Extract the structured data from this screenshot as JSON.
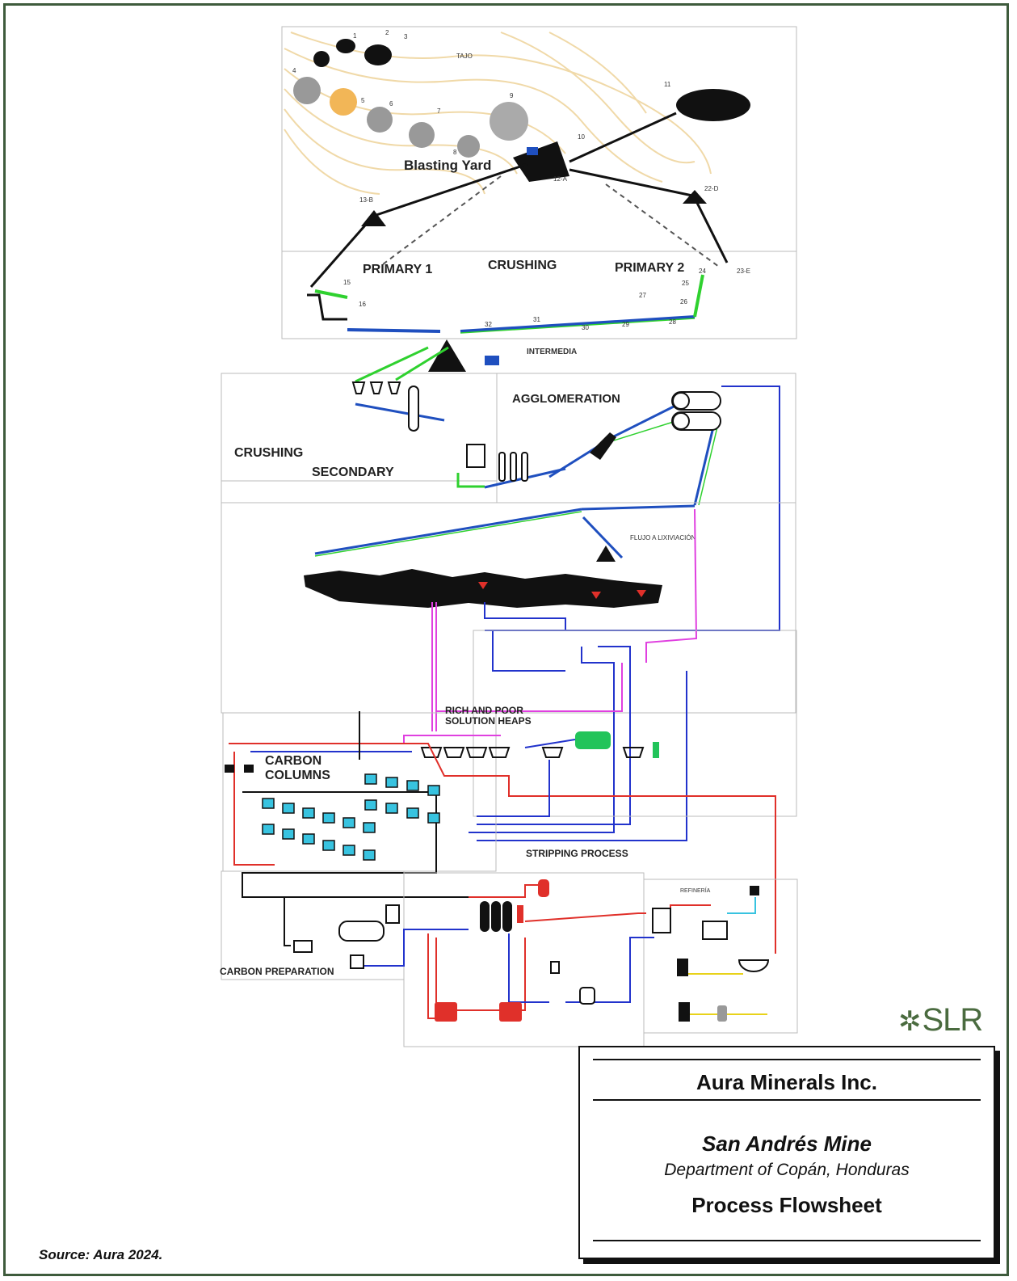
{
  "diagram": {
    "areas": {
      "tajo": "TAJO",
      "blasting_yard": "Blasting Yard",
      "primary_1": "PRIMARY 1",
      "crushing_primary": "CRUSHING",
      "primary_2": "PRIMARY 2",
      "intermedia": "INTERMEDIA",
      "agglomeration": "AGGLOMERATION",
      "crushing_secondary_1": "CRUSHING",
      "crushing_secondary_2": "SECONDARY",
      "heaps_1": "RICH AND POOR",
      "heaps_2": "SOLUTION HEAPS",
      "carbon_columns_1": "CARBON",
      "carbon_columns_2": "COLUMNS",
      "stripping_process": "STRIPPING PROCESS",
      "carbon_preparation": "CARBON PREPARATION",
      "flujo_lixiviacion": "FLUJO A LIXIVIACIÓN",
      "refineria": "REFINERÍA"
    },
    "node_numbers": [
      "1",
      "2",
      "3",
      "4",
      "5",
      "6",
      "7",
      "8",
      "9",
      "10",
      "11",
      "12-A",
      "13-B",
      "22-D",
      "23-E",
      "15",
      "16",
      "24",
      "25",
      "26",
      "27",
      "28",
      "29",
      "30",
      "31",
      "32"
    ],
    "colors": {
      "frame": "#3e5b3c",
      "conveyor_green": "#2fd12f",
      "conveyor_blue": "#1f4fbf",
      "solution_blue": "#2233cc",
      "solution_pink": "#e040e0",
      "carbon_red": "#e0302a",
      "refinery_yellow": "#e8d21a",
      "stockpile": "#111111",
      "contour": "#f0d9a8",
      "orange_pit": "#f2b657",
      "green_tank": "#22c45a",
      "cyan_column": "#38c3e0"
    }
  },
  "title_block": {
    "company": "Aura Minerals Inc.",
    "mine": "San Andrés Mine",
    "location": "Department of Copán, Honduras",
    "sheet": "Process Flowsheet"
  },
  "logo": {
    "text": "SLR"
  },
  "source": "Source:  Aura 2024."
}
